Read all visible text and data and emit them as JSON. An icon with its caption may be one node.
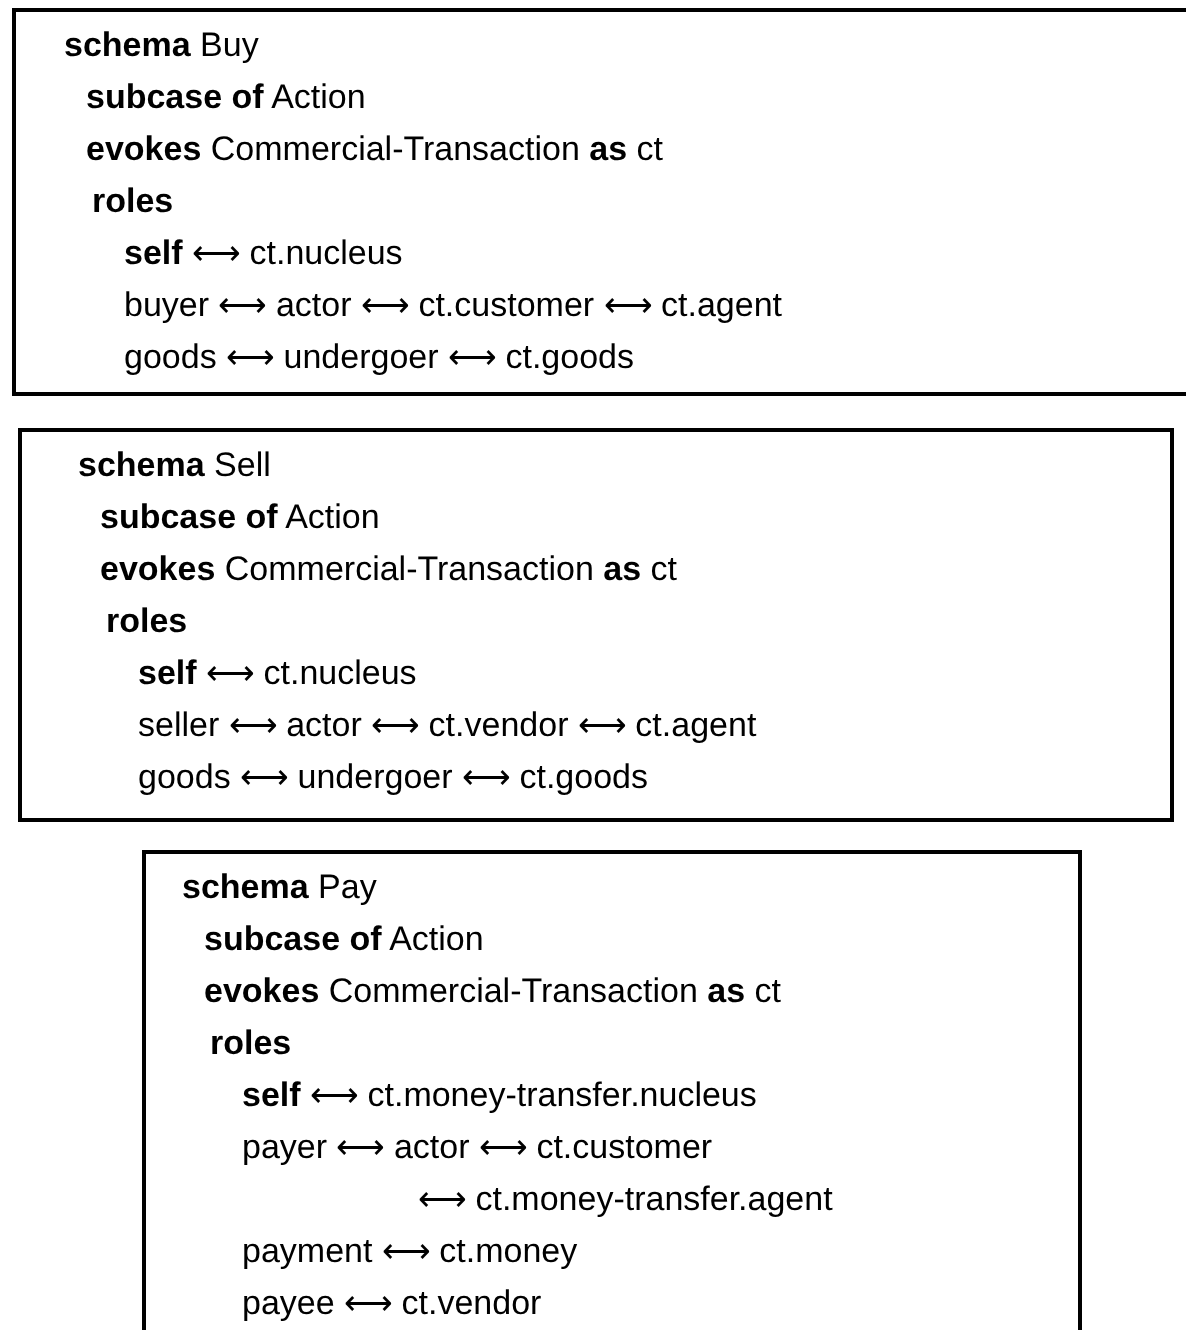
{
  "diagram": {
    "nodes": [
      {
        "text": [
          "**schema** Buy",
          "**subcase of** Action",
          "**evokes** Commercial-Transaction **as** ct",
          "**roles**",
          "**self** ⟷ ct.nucleus",
          "buyer ⟷ actor ⟷ ct.customer ⟷ ct.agent",
          "goods ⟷ undergoer ⟷ ct.goods"
        ]
      },
      {
        "text": [
          "**schema** Sell",
          "**subcase of** Action",
          "**evokes** Commercial-Transaction **as** ct",
          "**roles**",
          "**self** ⟷ ct.nucleus",
          "seller ⟷ actor ⟷ ct.vendor ⟷ ct.agent",
          "goods ⟷ undergoer ⟷ ct.goods"
        ]
      },
      {
        "text": [
          "**schema** Pay",
          "**subcase of** Action",
          "**evokes** Commercial-Transaction **as** ct",
          "**roles**",
          "**self** ⟷ ct.money-transfer.nucleus",
          "payer ⟷ actor ⟷ ct.customer",
          "⟷ ct.money-transfer.agent",
          "payment ⟷ ct.money",
          "payee ⟷ ct.vendor"
        ]
      }
    ]
  }
}
